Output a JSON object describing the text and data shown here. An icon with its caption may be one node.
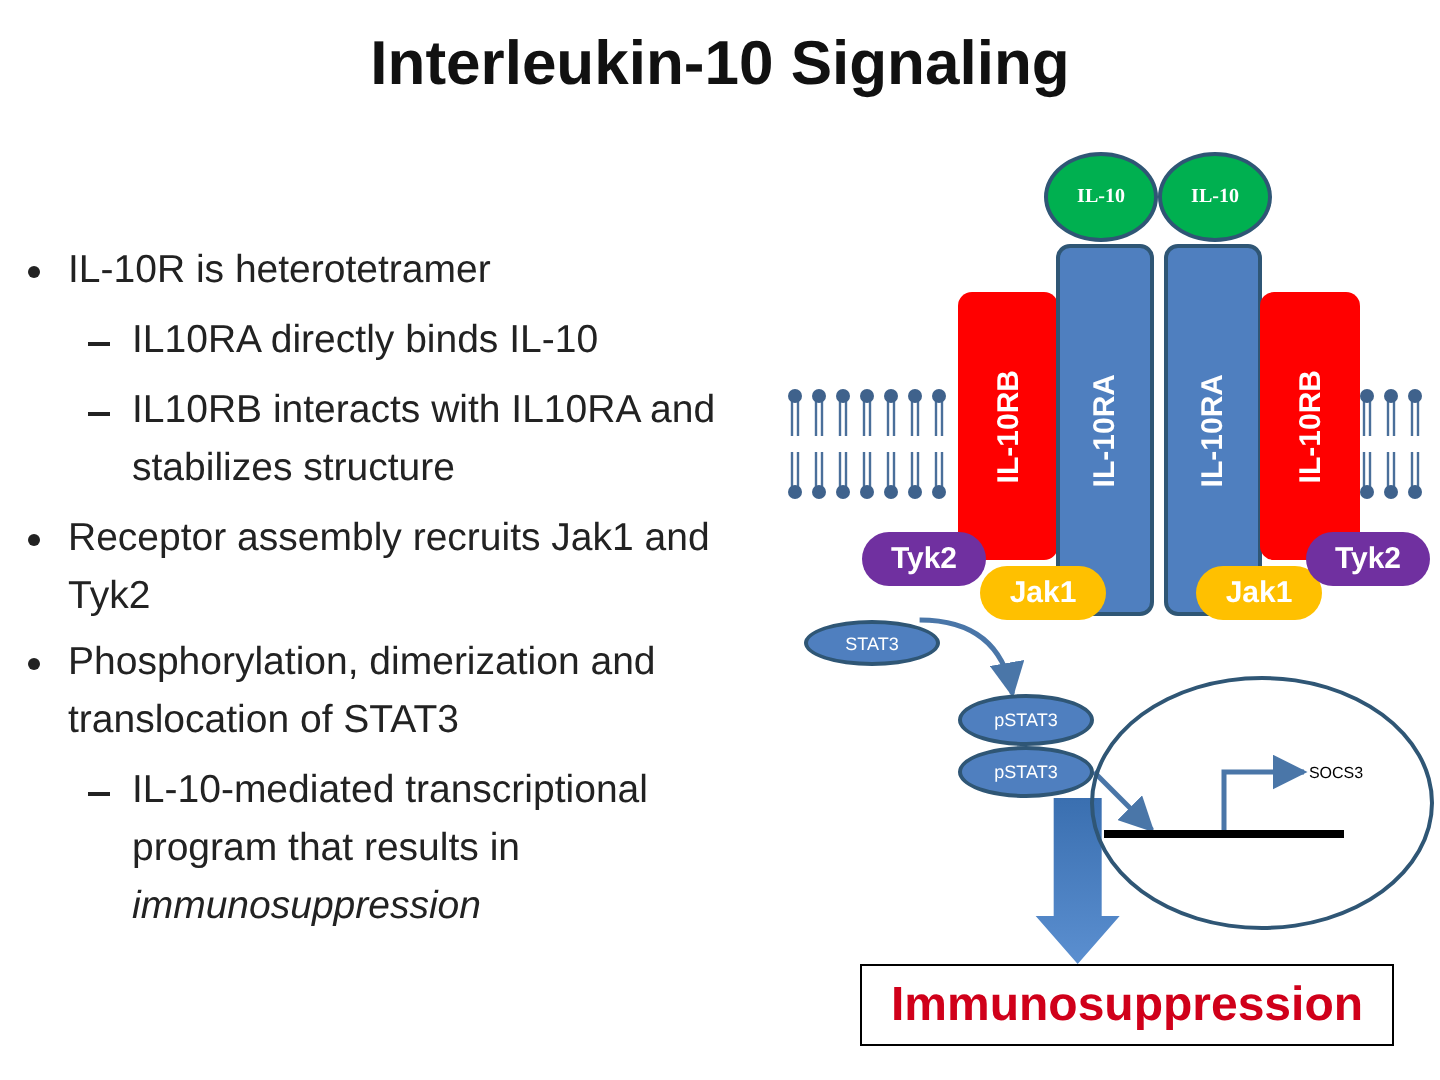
{
  "diagram": {
    "title": "Interleukin-10 Signaling",
    "nodes": [
      {
        "text": [
          "IL-10"
        ]
      },
      {
        "text": [
          "IL-10"
        ]
      },
      {
        "text": [
          "IL-10RB"
        ]
      },
      {
        "text": [
          "IL-10RA"
        ]
      },
      {
        "text": [
          "IL-10RA"
        ]
      },
      {
        "text": [
          "IL-10RB"
        ]
      },
      {
        "text": [
          "Tyk2"
        ]
      },
      {
        "text": [
          "Jak1"
        ]
      },
      {
        "text": [
          "Jak1"
        ]
      },
      {
        "text": [
          "Tyk2"
        ]
      },
      {
        "text": [
          "STAT3"
        ]
      },
      {
        "text": [
          "pSTAT3"
        ]
      },
      {
        "text": [
          "pSTAT3"
        ]
      },
      {
        "text": [],
        "shape": "circle"
      },
      {
        "text": [],
        "shape": "bar",
        "in": 13
      },
      {
        "text": [
          "SOCS3"
        ],
        "in": 13
      },
      {
        "text": [
          "Immunosuppression"
        ]
      }
    ],
    "edges": [
      {
        "from": 10,
        "to": 11,
        "arrow": "to"
      },
      {
        "from": 12,
        "to": 14,
        "arrow": "to"
      },
      {
        "from": 14,
        "to": 15,
        "arrow": "to"
      },
      {
        "from": 12,
        "to": 16,
        "arrow": "to",
        "style": "thick"
      }
    ],
    "labels": [
      "IL-10R is heterotetramer",
      "IL10RA directly binds IL-10",
      "IL10RB interacts with IL10RA and stabilizes structure",
      "Receptor assembly recruits Jak1 and Tyk2",
      "Phosphorylation, dimerization and translocation of STAT3",
      "IL-10-mediated transcriptional program that results in *immunosuppression*"
    ]
  }
}
